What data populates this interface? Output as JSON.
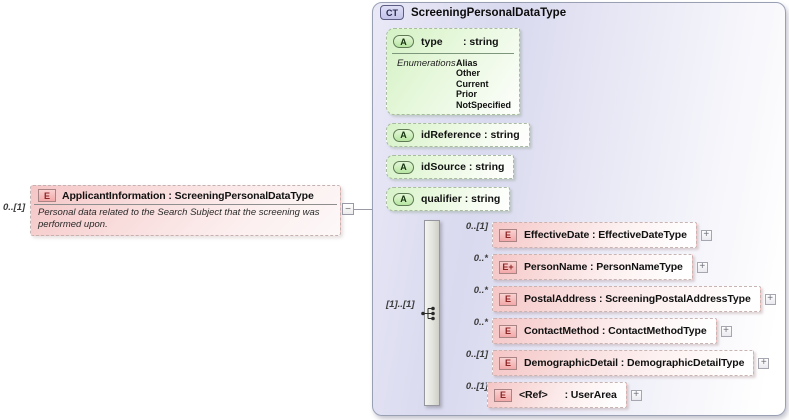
{
  "colors": {
    "element_pink": "#f5c6c6",
    "attribute_green": "#d7f2c9",
    "container_lavender": "#d9d9ef",
    "connector_gray": "#9a9aa6"
  },
  "left_element": {
    "cardinality": "0..[1]",
    "badge": "E",
    "label": "ApplicantInformation : ScreeningPersonalDataType",
    "description": "Personal data related to the Search Subject that the screening was performed upon.",
    "collapse_glyph": "−"
  },
  "complex_type": {
    "badge": "CT",
    "title": "ScreeningPersonalDataType",
    "type_attribute": {
      "badge": "A",
      "label": "type       : string",
      "enumerations_label": "Enumerations",
      "values": [
        "Alias",
        "Other",
        "Current",
        "Prior",
        "NotSpecified"
      ]
    },
    "attributes": [
      {
        "badge": "A",
        "label": "idReference : string"
      },
      {
        "badge": "A",
        "label": "idSource : string"
      },
      {
        "badge": "A",
        "label": "qualifier : string"
      }
    ],
    "sequence_cardinality": "[1]..[1]",
    "children": [
      {
        "cardinality": "0..[1]",
        "badge": "E",
        "label": "EffectiveDate : EffectiveDateType",
        "expand": "+"
      },
      {
        "cardinality": "0..*",
        "badge": "E+",
        "label": "PersonName : PersonNameType",
        "expand": "+"
      },
      {
        "cardinality": "0..*",
        "badge": "E",
        "label": "PostalAddress : ScreeningPostalAddressType",
        "expand": "+"
      },
      {
        "cardinality": "0..*",
        "badge": "E",
        "label": "ContactMethod : ContactMethodType",
        "expand": "+"
      },
      {
        "cardinality": "0..[1]",
        "badge": "E",
        "label": "DemographicDetail : DemographicDetailType",
        "expand": "+"
      },
      {
        "cardinality": "0..[1]",
        "badge": "E",
        "label": "<Ref>      : UserArea",
        "expand": "+"
      }
    ]
  }
}
